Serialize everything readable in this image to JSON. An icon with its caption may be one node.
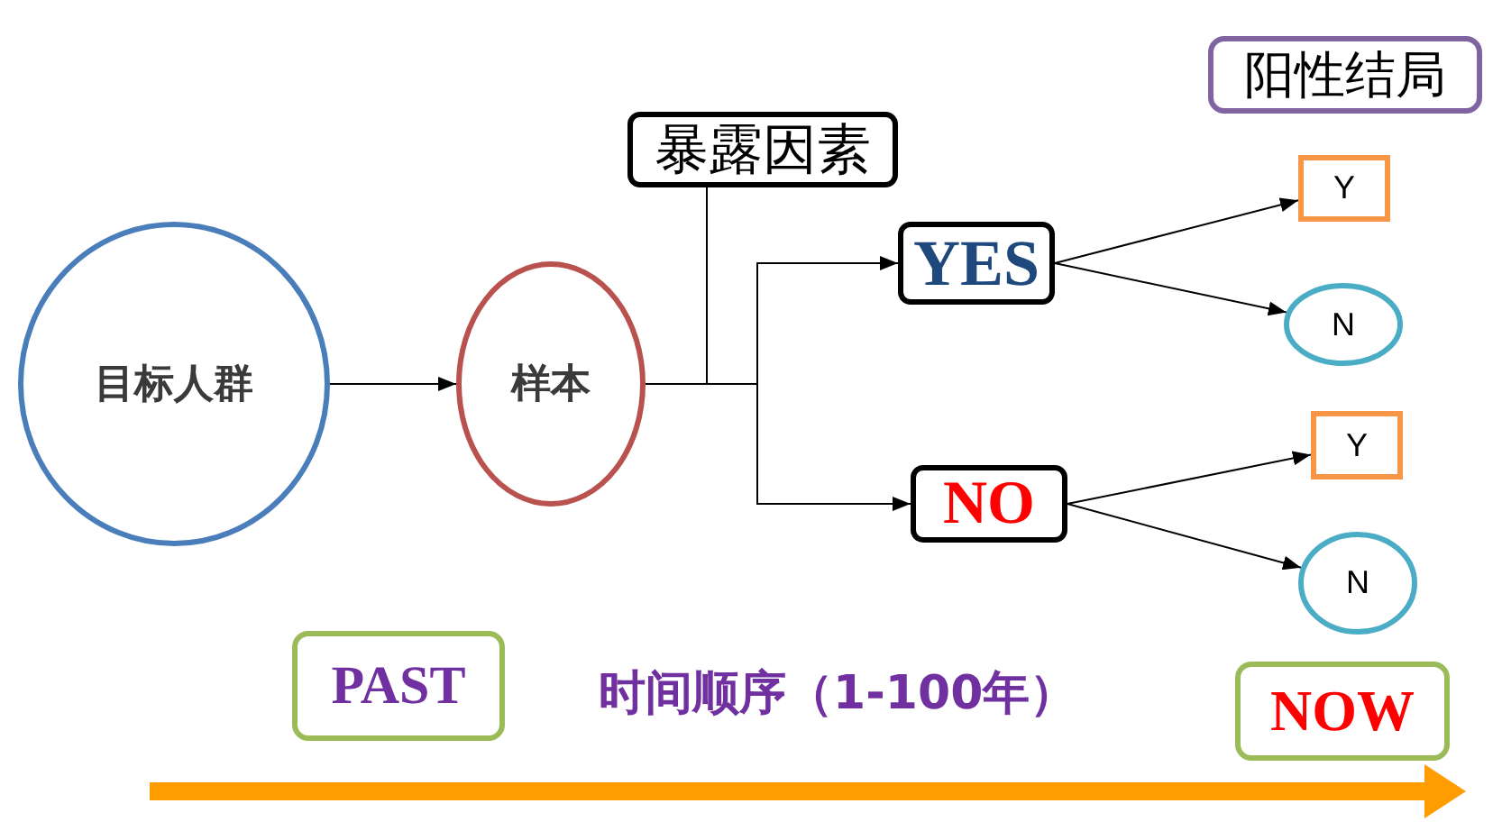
{
  "diagram": {
    "nodes": [
      {
        "text": [
          "目标人群"
        ]
      },
      {
        "text": [
          "样本"
        ]
      },
      {
        "text": [
          "暴露因素"
        ]
      },
      {
        "text": [
          "YES"
        ]
      },
      {
        "text": [
          "NO"
        ]
      },
      {
        "text": [
          "阳性结局"
        ]
      },
      {
        "text": [
          "Y"
        ]
      },
      {
        "text": [
          "N"
        ]
      },
      {
        "text": [
          "Y"
        ]
      },
      {
        "text": [
          "N"
        ]
      },
      {
        "text": [
          "PAST"
        ]
      },
      {
        "text": [
          "NOW"
        ]
      }
    ],
    "edges": [
      {
        "from": 0,
        "to": 1,
        "arrow": "to"
      },
      {
        "from": 1,
        "to": 3,
        "arrow": "to"
      },
      {
        "from": 1,
        "to": 4,
        "arrow": "to"
      },
      {
        "from": 2,
        "to": 3,
        "arrow": "to"
      },
      {
        "from": 2,
        "to": 4,
        "arrow": "to"
      },
      {
        "from": 3,
        "to": 6,
        "arrow": "to"
      },
      {
        "from": 3,
        "to": 7,
        "arrow": "to"
      },
      {
        "from": 4,
        "to": 8,
        "arrow": "to"
      },
      {
        "from": 4,
        "to": 9,
        "arrow": "to"
      }
    ],
    "labels": [
      "时间顺序（1-100年）"
    ]
  }
}
